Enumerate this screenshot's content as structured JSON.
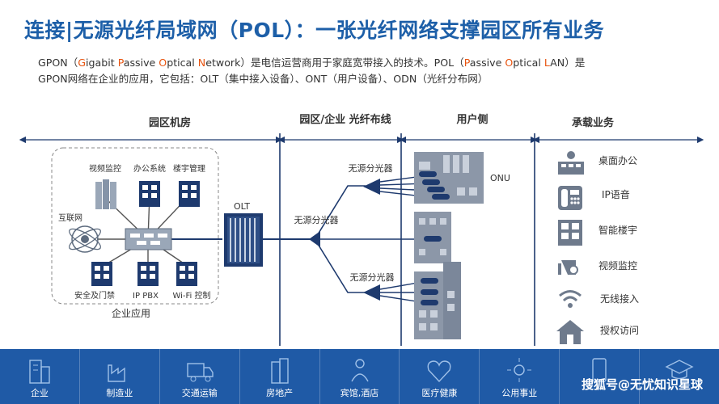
{
  "title": "连接|无源光纤局域网（POL）：一张光纤网络支撑园区所有业务",
  "intro": {
    "p1": "GPON（",
    "g": "G",
    "igabit": "igabit ",
    "p": "P",
    "assive": "assive ",
    "o": "O",
    "ptical": "ptical ",
    "n": "N",
    "etwork_tail": "etwork）是电信运营商用于家庭宽带接入的技术。POL（",
    "p2": "P",
    "assive2": "assive ",
    "o2": "O",
    "ptical2": "ptical ",
    "l": "L",
    "an_tail": "AN）是",
    "line2": "GPON网络在企业的应用，它包括：OLT（集中接入设备）、ONT（用户设备）、ODN（光纤分布网）"
  },
  "sections": {
    "s1": "园区机房",
    "s2": "园区/企业 光纤布线",
    "s3": "用户侧",
    "s4": "承载业务"
  },
  "enterprise": {
    "label": "企业应用",
    "internet": "互联网",
    "video": "视频监控",
    "office": "办公系统",
    "building": "楼宇管理",
    "security": "安全及门禁",
    "ippbx": "IP PBX",
    "wifi": "Wi-Fi 控制"
  },
  "olt": "OLT",
  "splitter_top": "无源分光器",
  "splitter_mid": "无源分光器",
  "splitter_bot": "无源分光器",
  "onu": "ONU",
  "services": [
    {
      "label": "桌面办公",
      "icon": "desktop-office-icon"
    },
    {
      "label": "IP语音",
      "icon": "ip-phone-icon"
    },
    {
      "label": "智能楼宇",
      "icon": "smart-building-icon"
    },
    {
      "label": "视频监控",
      "icon": "camera-icon"
    },
    {
      "label": "无线接入",
      "icon": "wifi-icon"
    },
    {
      "label": "授权访问",
      "icon": "home-access-icon"
    }
  ],
  "sectors": [
    {
      "label": "企业",
      "icon": "office-building-icon"
    },
    {
      "label": "制造业",
      "icon": "factory-icon"
    },
    {
      "label": "交通运输",
      "icon": "truck-icon"
    },
    {
      "label": "房地产",
      "icon": "real-estate-icon"
    },
    {
      "label": "宾馆,酒店",
      "icon": "hotel-icon"
    },
    {
      "label": "医疗健康",
      "icon": "heart-icon"
    },
    {
      "label": "公用事业",
      "icon": "sun-icon"
    },
    {
      "label": "",
      "icon": "education-icon"
    },
    {
      "label": "",
      "icon": "graduation-icon"
    }
  ],
  "watermark": "搜狐号@无忧知识星球",
  "colors": {
    "brand_blue": "#1d5fa8",
    "navy": "#1e3a6e",
    "highlight": "#e8530e",
    "bar": "#1f5aa6"
  }
}
